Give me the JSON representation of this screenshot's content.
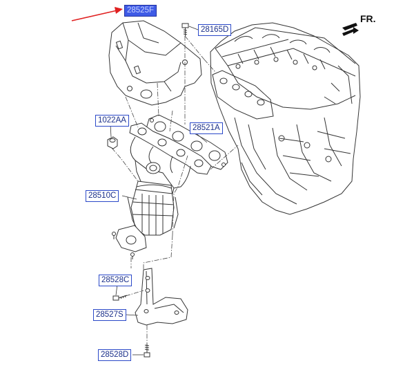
{
  "labels": {
    "part_28525F": "28525F",
    "part_28165D": "28165D",
    "part_1022AA": "1022AA",
    "part_28521A": "28521A",
    "part_28510C": "28510C",
    "part_28528C": "28528C",
    "part_28527S": "28527S",
    "part_28528D": "28528D"
  },
  "direction_label": "FR.",
  "colors": {
    "label_border": "#2a48c8",
    "label_text": "#1a2f8a",
    "highlight_fill": "#3f5be6",
    "pointer_arrow": "#e02020",
    "line_art": "#333333"
  },
  "highlighted_part": "28525F"
}
